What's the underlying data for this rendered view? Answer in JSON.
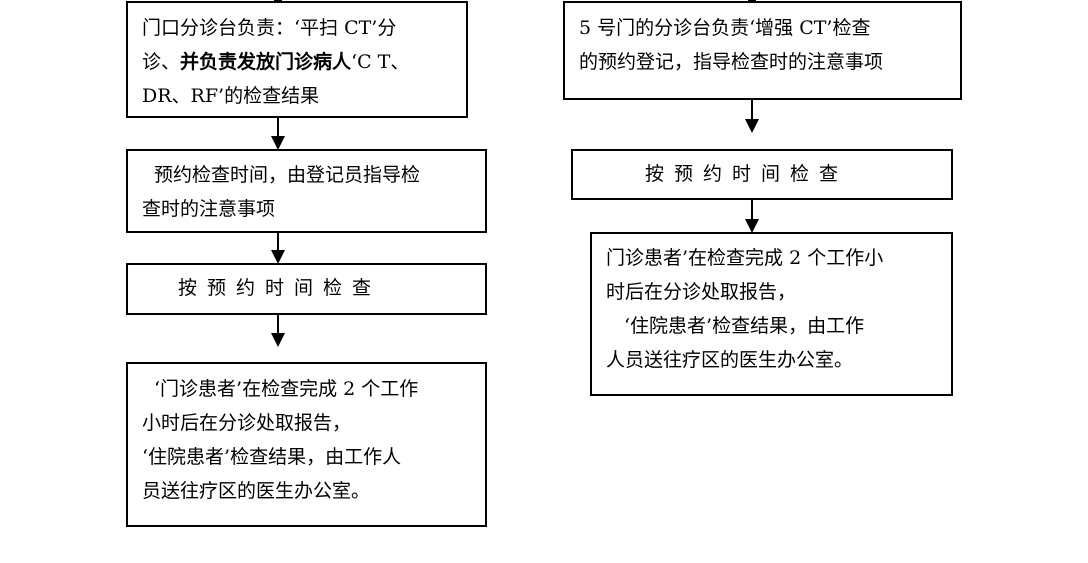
{
  "left_flow": {
    "box1": {
      "line1": "门口分诊台负责：‘平扫 CT’分",
      "line2_plain": "诊、",
      "line2_bold": "并负责发放门诊病人",
      "line2_tail": "‘C T、",
      "line3": "DR、RF’的检查结果"
    },
    "box2": {
      "line1": "预约检查时间，由登记员指导检",
      "line2": "查时的注意事项"
    },
    "box3": {
      "line1": "按预约时间检查"
    },
    "box4": {
      "line1": "‘门诊患者’在检查完成 2 个工作",
      "line2": "小时后在分诊处取报告，",
      "line3": "‘住院患者’检查结果，由工作人",
      "line4": "员送往疗区的医生办公室。"
    }
  },
  "right_flow": {
    "box1": {
      "line1": "5 号门的分诊台负责‘增强 CT’检查",
      "line2": "的预约登记，指导检查时的注意事项"
    },
    "box2": {
      "line1": "按预约时间检查"
    },
    "box3": {
      "line1": "门诊患者’在检查完成 2 个工作小",
      "line2": "时后在分诊处取报告，",
      "line3": "‘住院患者’检查结果，由工作",
      "line4": "人员送往疗区的医生办公室。"
    }
  }
}
